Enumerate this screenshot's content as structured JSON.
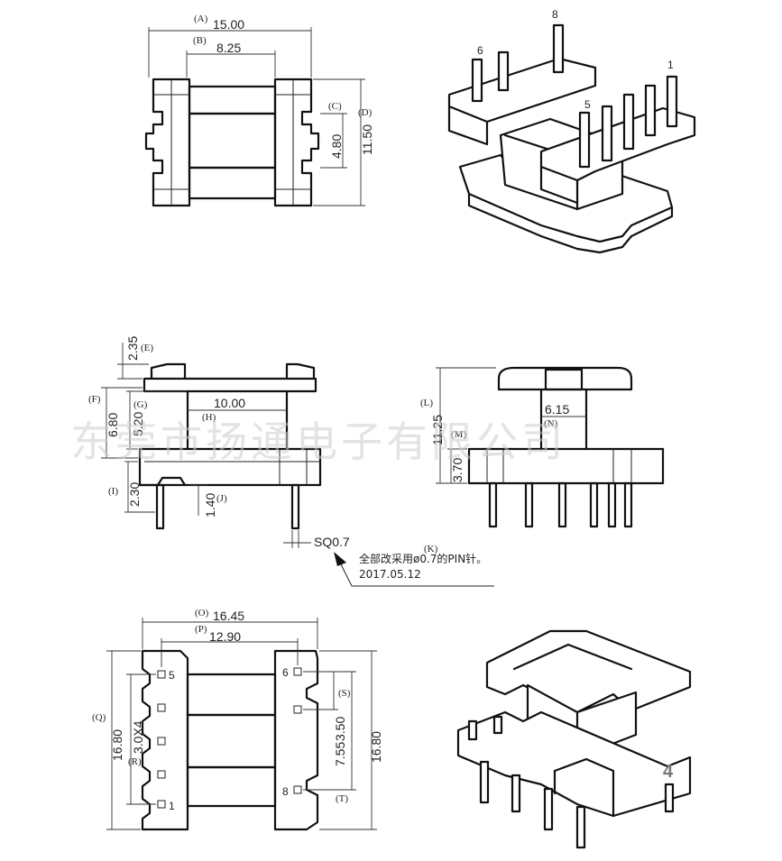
{
  "top_view": {
    "dims": {
      "a_label": "(A)",
      "a_value": "15.00",
      "b_label": "(B)",
      "b_value": "8.25",
      "c_label": "(C)",
      "c_value": "4.80",
      "d_label": "(D)",
      "d_value": "11.50"
    }
  },
  "iso_top": {
    "pin_labels": {
      "p8": "8",
      "p6": "6",
      "p1": "1",
      "p5": "5"
    }
  },
  "side_view": {
    "dims": {
      "e_value": "2.35",
      "e_label": "(E)",
      "f_label": "(F)",
      "f_value": "6.80",
      "g_label": "(G)",
      "g_value": "5.20",
      "h_label": "(H)",
      "h_value": "10.00",
      "i_label": "(I)",
      "i_value": "2.30",
      "j_label": "(J)",
      "j_value": "1.40",
      "sq_value": "SQ0.7"
    }
  },
  "front_view": {
    "dims": {
      "l_label": "(L)",
      "l_value": "11.25",
      "m_label": "(M)",
      "m_value": "3.70",
      "n_label": "(N)",
      "n_value": "6.15"
    }
  },
  "note": {
    "k_label": "(K)",
    "text": "全部改采用ø0.7的PIN针。",
    "date": "2017.05.12"
  },
  "bottom_view": {
    "dims": {
      "o_label": "(O)",
      "o_value": "16.45",
      "p_label": "(P)",
      "p_value": "12.90",
      "q_label": "(Q)",
      "q_value": "16.80",
      "r_label": "(R)",
      "r_value": "3.0X4",
      "s_label": "(S)",
      "s_value": "3.50",
      "s2_value": "7.55",
      "t_label": "(T)",
      "t_value": "16.80"
    },
    "pin_labels": {
      "p5": "5",
      "p1": "1",
      "p6": "6",
      "p8": "8"
    }
  },
  "iso_bottom": {
    "pin_label": "4"
  },
  "watermark": "东莞市扬通电子有限公司"
}
